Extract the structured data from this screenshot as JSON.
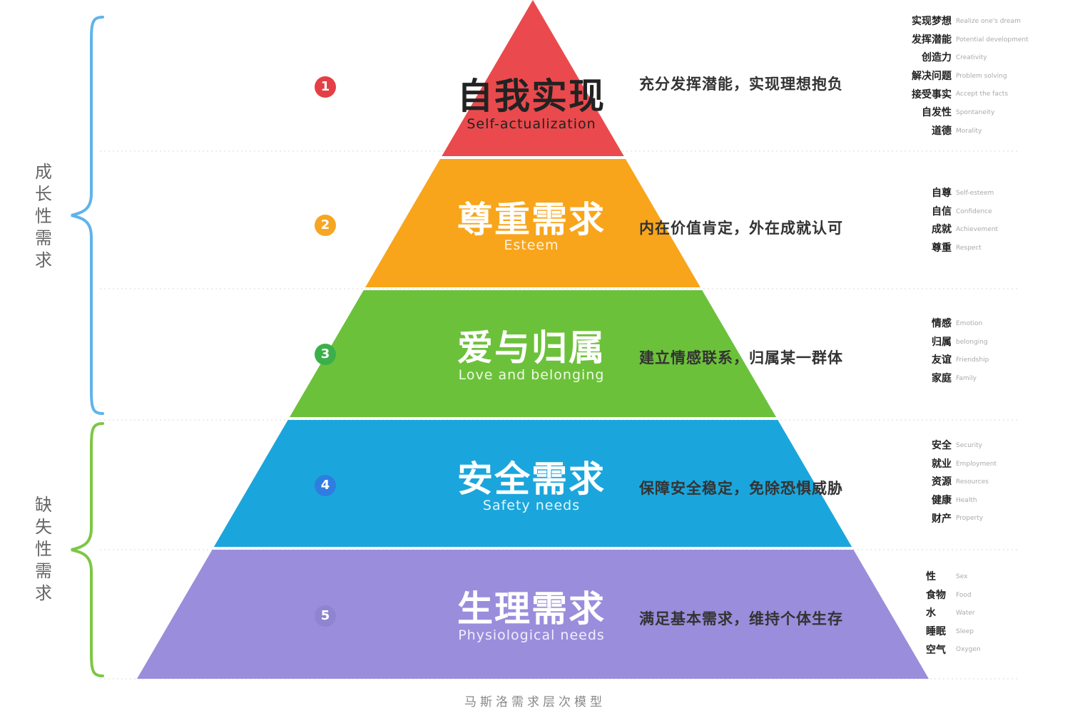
{
  "levels": [
    {
      "num": "1",
      "title": "自我实现",
      "subtitle": "Self-actualization",
      "description": "充分发挥潜能，实现理想抱负",
      "color": "#ea4a4d",
      "title_color": "#222222",
      "sub_color": "#222222",
      "num_color": "#e43f45",
      "subneeds": [
        {
          "zh": "实现梦想",
          "en": "Realize one's dream"
        },
        {
          "zh": "发挥潜能",
          "en": "Potential development"
        },
        {
          "zh": "创造力",
          "en": "Creativity"
        },
        {
          "zh": "解决问题",
          "en": "Problem solving"
        },
        {
          "zh": "接受事实",
          "en": "Accept the facts"
        },
        {
          "zh": "自发性",
          "en": "Spontaneity"
        },
        {
          "zh": "道德",
          "en": "Morality"
        }
      ]
    },
    {
      "num": "2",
      "title": "尊重需求",
      "subtitle": "Esteem",
      "description": "内在价值肯定，外在成就认可",
      "color": "#f8a51b",
      "title_color": "#ffffff",
      "sub_color": "#fff3dc",
      "num_color": "#f6a623",
      "subneeds": [
        {
          "zh": "自尊",
          "en": "Self-esteem"
        },
        {
          "zh": "自信",
          "en": "Confidence"
        },
        {
          "zh": "成就",
          "en": "Achievement"
        },
        {
          "zh": "尊重",
          "en": "Respect"
        }
      ]
    },
    {
      "num": "3",
      "title": "爱与归属",
      "subtitle": "Love and belonging",
      "description": "建立情感联系，归属某一群体",
      "color": "#6cc13a",
      "title_color": "#ffffff",
      "sub_color": "#eefae4",
      "num_color": "#3bb04a",
      "subneeds": [
        {
          "zh": "情感",
          "en": "Emotion"
        },
        {
          "zh": "归属",
          "en": "belonging"
        },
        {
          "zh": "友谊",
          "en": "Friendship"
        },
        {
          "zh": "家庭",
          "en": "Family"
        }
      ]
    },
    {
      "num": "4",
      "title": "安全需求",
      "subtitle": "Safety needs",
      "description": "保障安全稳定，免除恐惧威胁",
      "color": "#1aa6dc",
      "title_color": "#ffffff",
      "sub_color": "#e2f5fd",
      "num_color": "#2f7de0",
      "subneeds": [
        {
          "zh": "安全",
          "en": "Security"
        },
        {
          "zh": "就业",
          "en": "Employment"
        },
        {
          "zh": "资源",
          "en": "Resources"
        },
        {
          "zh": "健康",
          "en": "Health"
        },
        {
          "zh": "财产",
          "en": "Property"
        }
      ]
    },
    {
      "num": "5",
      "title": "生理需求",
      "subtitle": "Physiological needs",
      "description": "满足基本需求，维持个体生存",
      "color": "#9a8ddc",
      "title_color": "#ffffff",
      "sub_color": "#f1eefc",
      "num_color": "#8f84cf",
      "subneeds": [
        {
          "zh": "性",
          "en": "Sex"
        },
        {
          "zh": "食物",
          "en": "Food"
        },
        {
          "zh": "水",
          "en": "Water"
        },
        {
          "zh": "睡眠",
          "en": "Sleep"
        },
        {
          "zh": "空气",
          "en": "Oxygen"
        }
      ]
    }
  ],
  "groups": {
    "growth": {
      "label": "成长性需求",
      "color": "#5fb3ec"
    },
    "deficiency": {
      "label": "缺失性需求",
      "color": "#7cc744"
    }
  },
  "caption": "马斯洛需求层次模型"
}
